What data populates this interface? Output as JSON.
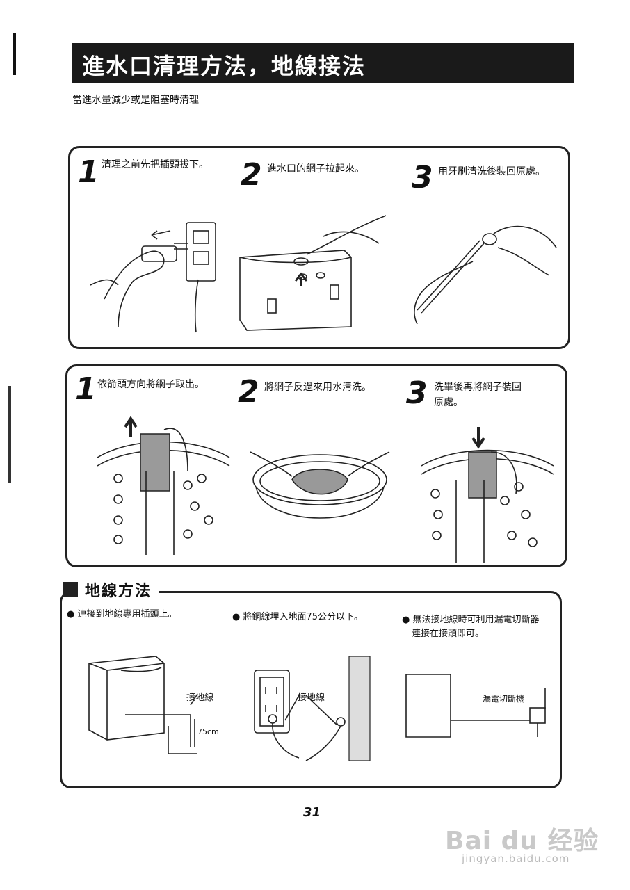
{
  "header": {
    "title": "進水口清理方法，地線接法",
    "intro": "當進水量減少或是阻塞時清理"
  },
  "panel_inlet": {
    "steps": [
      {
        "num": "1",
        "text": "清理之前先把插頭拔下。"
      },
      {
        "num": "2",
        "text": "進水口的網子拉起來。"
      },
      {
        "num": "3",
        "text": "用牙刷清洗後裝回原處。"
      }
    ]
  },
  "panel_filter": {
    "steps": [
      {
        "num": "1",
        "text": "依箭頭方向將網子取出。"
      },
      {
        "num": "2",
        "text": "將網子反過來用水清洗。"
      },
      {
        "num": "3",
        "text_line1": "洗畢後再將網子裝回",
        "text_line2": "原處。"
      }
    ]
  },
  "ground": {
    "section_title": "地線方法",
    "bullets": [
      {
        "text": "連接到地線專用插頭上。"
      },
      {
        "text": "將銅線埋入地面75公分以下。"
      },
      {
        "text_line1": "無法接地線時可利用漏電切斷器",
        "text_line2": "連接在接頭即可。"
      }
    ],
    "labels": {
      "ground_wire_1": "接地線",
      "depth": "75cm",
      "ground_wire_2": "接地線",
      "breaker": "漏電切斷機"
    }
  },
  "footer": {
    "page_number": "31",
    "watermark_brand": "Bai du 经验",
    "watermark_url": "jingyan.baidu.com"
  },
  "colors": {
    "title_bar": "#1a1a1a",
    "border": "#222222"
  }
}
